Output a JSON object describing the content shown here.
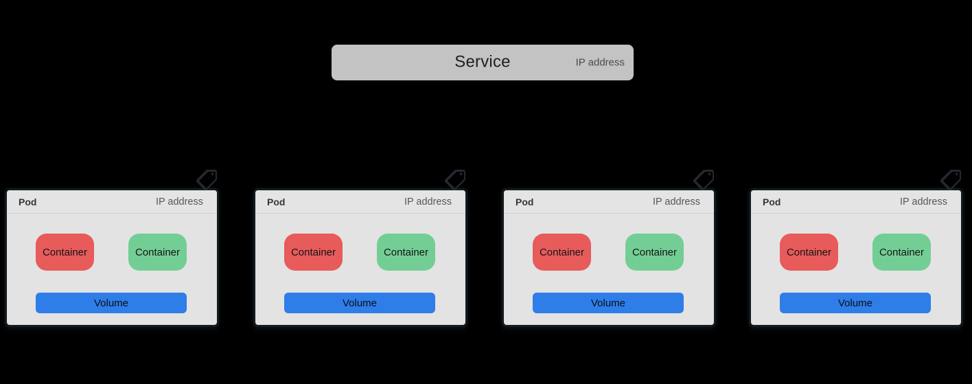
{
  "page": {
    "background": "#000000"
  },
  "service": {
    "label": "Service",
    "ip_label": "IP address"
  },
  "pods": [
    {
      "title": "Pod",
      "ip_label": "IP address",
      "containers": [
        "Container",
        "Container"
      ],
      "volume_label": "Volume"
    },
    {
      "title": "Pod",
      "ip_label": "IP address",
      "containers": [
        "Container",
        "Container"
      ],
      "volume_label": "Volume"
    },
    {
      "title": "Pod",
      "ip_label": "IP address",
      "containers": [
        "Container",
        "Container"
      ],
      "volume_label": "Volume"
    },
    {
      "title": "Pod",
      "ip_label": "IP address",
      "containers": [
        "Container",
        "Container"
      ],
      "volume_label": "Volume"
    }
  ],
  "icons": {
    "pod_corner": "tag-icon"
  },
  "colors": {
    "background": "#000000",
    "service_bg": "#c3c3c3",
    "pod_bg": "#e3e3e3",
    "pod_border": "#131c20",
    "container_red": "#e85b5b",
    "container_green": "#73ce95",
    "volume_blue": "#2e7de9",
    "service_text": "#1e1e1e",
    "muted_text": "#55585c"
  }
}
